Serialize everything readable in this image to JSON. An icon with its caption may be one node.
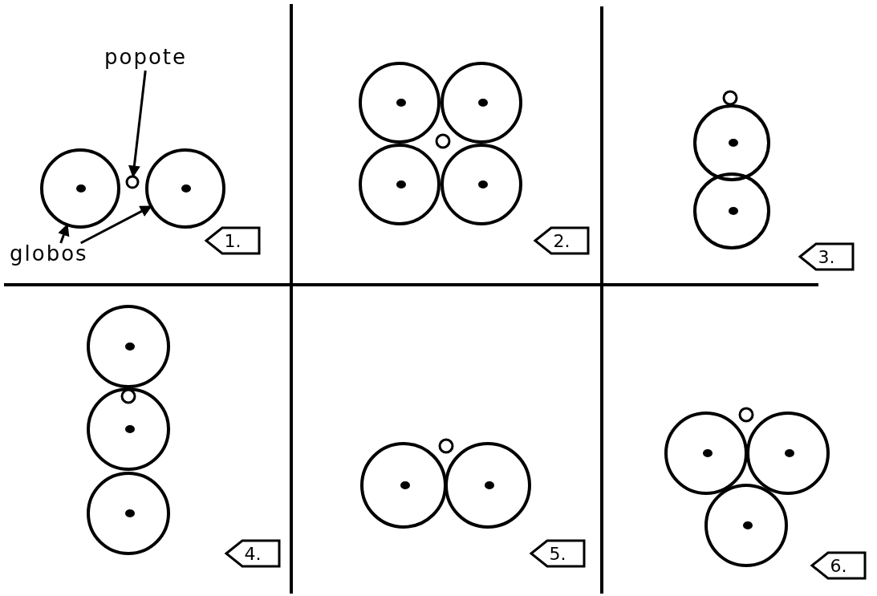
{
  "diagram": {
    "nodes": [
      {
        "text": [
          "popote"
        ]
      },
      {
        "text": [],
        "shape": "circle"
      },
      {
        "text": [],
        "shape": "circle"
      },
      {
        "text": [],
        "shape": "circle"
      },
      {
        "text": [
          "globos"
        ]
      },
      {
        "text": [
          "1."
        ]
      },
      {
        "text": [
          "2."
        ]
      },
      {
        "text": [
          "3."
        ]
      },
      {
        "text": [
          "4."
        ]
      },
      {
        "text": [
          "5."
        ]
      },
      {
        "text": [
          "6."
        ]
      }
    ],
    "edges": [
      {
        "from": 0,
        "to": 2,
        "arrow": "to"
      },
      {
        "from": 4,
        "to": 1,
        "arrow": "to"
      },
      {
        "from": 4,
        "to": 3,
        "arrow": "to"
      }
    ]
  }
}
